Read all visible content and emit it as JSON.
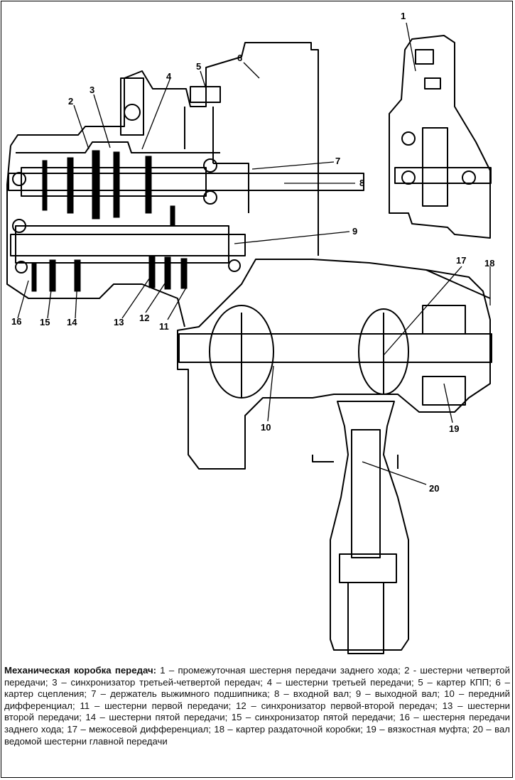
{
  "caption": {
    "title": "Механическая коробка передач:",
    "body": " 1 – промежуточная шестерня передачи заднего хода; 2 - шестерни четвертой передачи; 3 – синхронизатор третьей-четвертой передач; 4 – шестерни третьей передачи; 5 – картер КПП; 6 – картер сцепления; 7 – держатель выжимного подшипника; 8 – входной вал; 9 – выходной вал; 10 – передний дифференциал; 11 – шестерни первой передачи; 12 – синхронизатор первой-второй передач; 13 – шестерни второй передачи; 14 – шестерни пятой передачи; 15 – синхронизатор пятой передачи; 16 – шестерня передачи заднего хода; 17 – межосевой дифференциал; 18 – картер раздаточной коробки; 19 – вязкостная муфта; 20 – вал ведомой шестерни главной передачи"
  },
  "callouts": [
    "1",
    "2",
    "3",
    "4",
    "5",
    "6",
    "7",
    "8",
    "9",
    "10",
    "11",
    "12",
    "13",
    "14",
    "15",
    "16",
    "17",
    "18",
    "19",
    "20"
  ]
}
